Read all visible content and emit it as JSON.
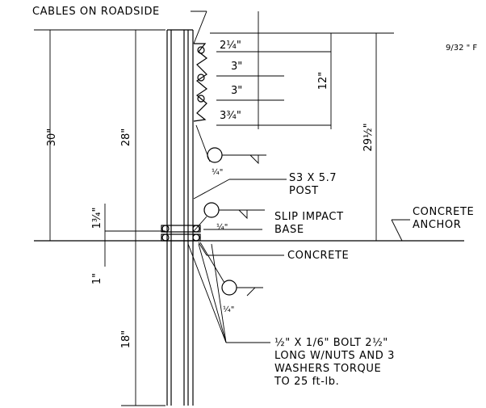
{
  "callouts": {
    "cables": "CABLES ON ROADSIDE",
    "post": [
      "S3 X 5.7",
      "POST"
    ],
    "anchor": [
      "CONCRETE",
      "ANCHOR"
    ],
    "base": [
      "SLIP IMPACT",
      "BASE"
    ],
    "concrete": "CONCRETE",
    "bolt": [
      "½\" X 1/6\" BOLT 2½\"",
      "LONG W/NUTS AND 3",
      "WASHERS TORQUE",
      "TO 25 ft-lb."
    ],
    "edge_note": "9/32 \" F"
  },
  "dimensions": {
    "total_height": "30\"",
    "post_height": "28\"",
    "cable_span": "12\"",
    "top_cable": "29½\"",
    "base_height": "1¾\"",
    "base_gap": "1\"",
    "embed_depth": "18\"",
    "spacing": [
      "2¼\"",
      "3\"",
      "3\"",
      "3¾\""
    ]
  },
  "welds": [
    "¼\"",
    "¼\"",
    "¼\""
  ]
}
